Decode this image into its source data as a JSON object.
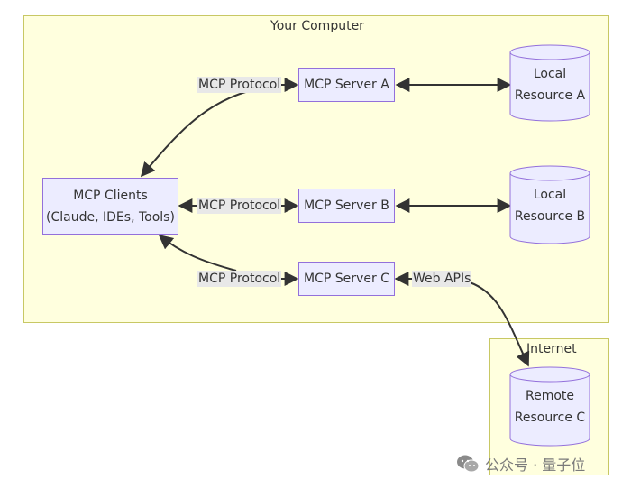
{
  "groups": {
    "computer": "Your Computer",
    "internet": "Internet"
  },
  "nodes": {
    "clients_line1": "MCP Clients",
    "clients_line2": "(Claude, IDEs, Tools)",
    "server_a": "MCP Server A",
    "server_b": "MCP Server B",
    "server_c": "MCP Server C",
    "local_a_line1": "Local",
    "local_a_line2": "Resource A",
    "local_b_line1": "Local",
    "local_b_line2": "Resource B",
    "remote_c_line1": "Remote",
    "remote_c_line2": "Resource C"
  },
  "edge_labels": {
    "protocol_a": "MCP Protocol",
    "protocol_b": "MCP Protocol",
    "protocol_c": "MCP Protocol",
    "web_apis": "Web APIs"
  },
  "watermark": {
    "text": "公众号 · 量子位",
    "icon": "wechat-icon"
  },
  "colors": {
    "group_fill": "#ffffde",
    "group_border": "#c8c864",
    "node_fill": "#ececff",
    "node_border": "#9370db",
    "edge": "#333333",
    "label_bg": "#e8e8e8"
  }
}
